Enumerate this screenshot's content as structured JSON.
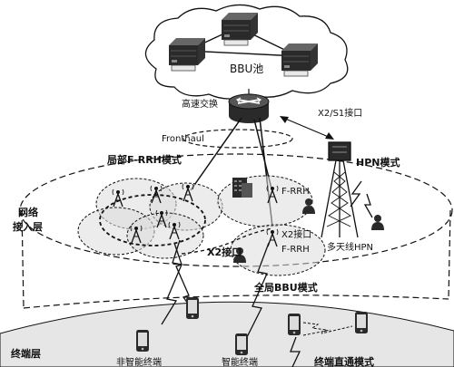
{
  "labels": {
    "bbu_pool": "BBU池",
    "high_speed_switch": "高速交换",
    "x2s1_interface": "X2/S1接口",
    "fronthaul": "Fronthaul",
    "hpn_mode": "HPN模式",
    "local_frrh_mode": "局部F-RRH模式",
    "access_layer_line1": "网络",
    "access_layer_line2": "接入层",
    "frrh_top": "F-RRH",
    "frrh_bottom": "F-RRH",
    "x2_interface_right": "X2接口",
    "x2_interface_left": "X2接口",
    "multi_antenna_hpn": "多天线HPN",
    "global_bbu_mode": "全局BBU模式",
    "terminal_layer": "终端层",
    "non_smart_terminal": "非智能终端",
    "smart_terminal": "智能终端",
    "terminal_direct_mode": "终端直通模式"
  },
  "icons": {
    "bbu_units": "server-rack-icon",
    "switch": "router-switch-icon",
    "tower": "hpn-tower-icon",
    "antenna": "rrh-antenna-icon",
    "phone": "mobile-phone-icon",
    "user": "user-icon",
    "building": "building-icon"
  },
  "colors": {
    "line": "#111111",
    "cloud_fill": "#ffffff",
    "cell_fill": "#dcdcdc",
    "ground_fill": "#e6e6e6",
    "device_dark": "#2a2a2a"
  }
}
